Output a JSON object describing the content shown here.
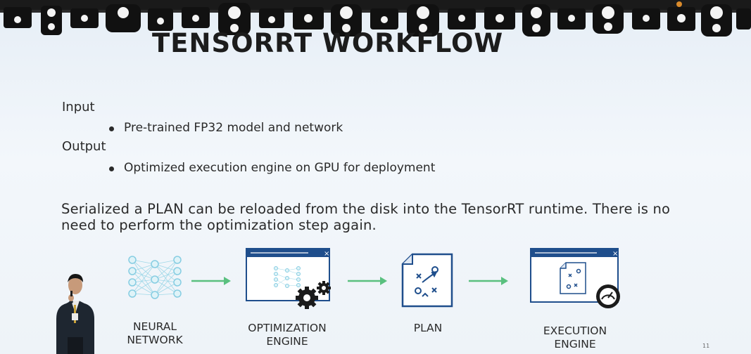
{
  "slide": {
    "title": "TENSORRT WORKFLOW",
    "input_label": "Input",
    "input_bullet": "Pre-trained FP32 model and network",
    "output_label": "Output",
    "output_bullet": "Optimized execution engine on GPU for deployment",
    "paragraph_line1": "Serialized a PLAN can be reloaded from the disk into the TensorRT runtime. There is  no",
    "paragraph_line2": "need to perform the optimization step again.",
    "page_number": "11"
  },
  "workflow": {
    "steps": [
      {
        "line1": "NEURAL",
        "line2": "NETWORK"
      },
      {
        "line1": "OPTIMIZATION",
        "line2": "ENGINE"
      },
      {
        "line1": "PLAN",
        "line2": ""
      },
      {
        "line1": "EXECUTION",
        "line2": "ENGINE"
      }
    ]
  },
  "colors": {
    "arrow": "#5ac07f",
    "window_blue": "#1f4e8c",
    "node_cyan": "#8fd3e6",
    "gear": "#1b1b1b"
  },
  "icons": [
    "neural-network-icon",
    "gear-icon",
    "plan-document-icon",
    "gauge-icon"
  ]
}
